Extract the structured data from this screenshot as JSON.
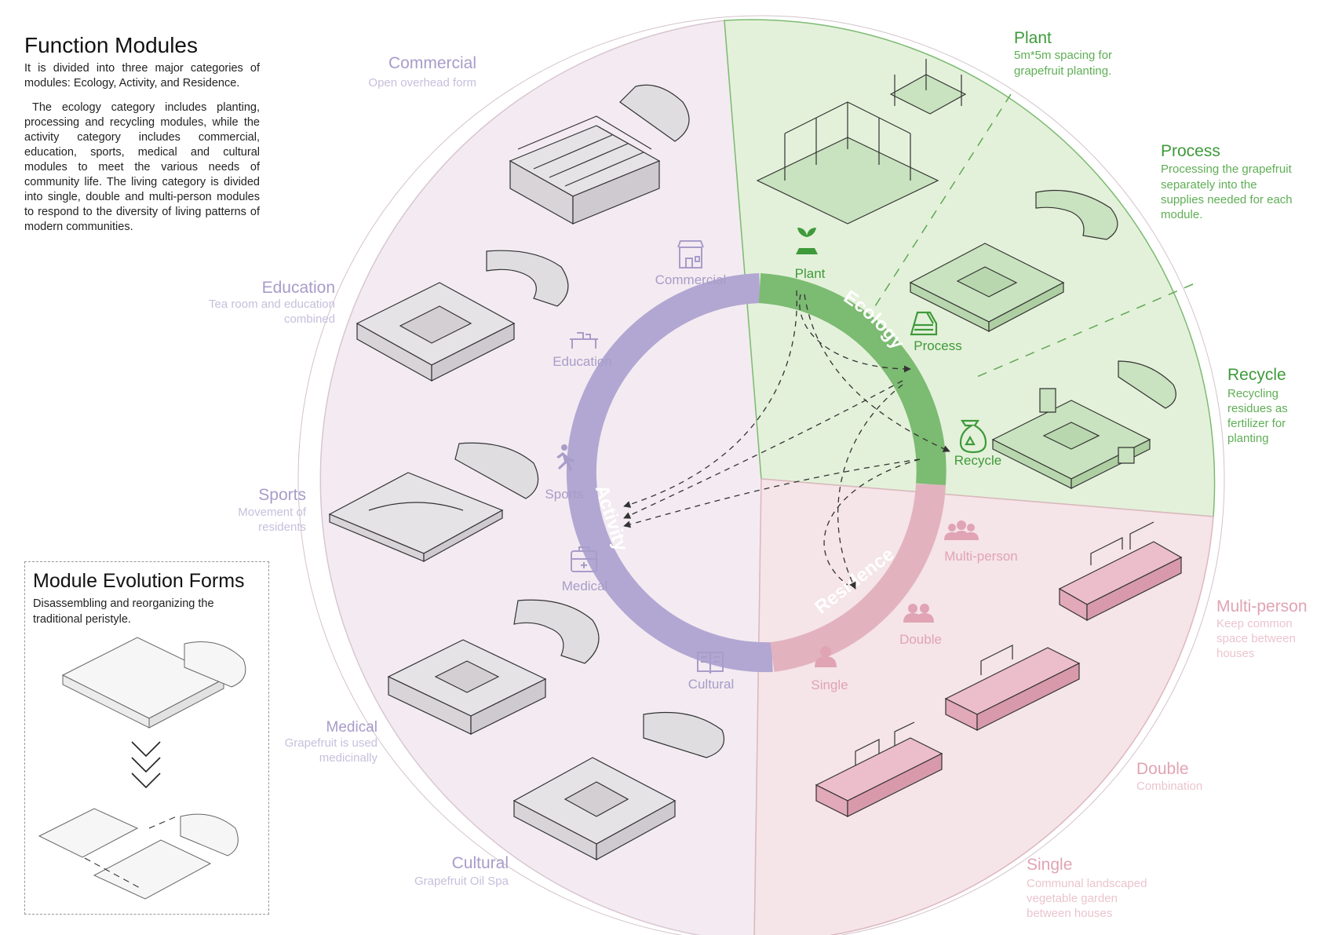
{
  "intro": {
    "title": "Function Modules",
    "para1": "It is divided into three major categories of modules: Ecology, Activity, and Residence.",
    "para2": "The ecology category includes planting, processing and recycling modules, while the activity category includes commercial, education, sports, medical and cultural modules to meet the various needs of community life. The living category is divided into single, double and multi-person modules to respond to the diversity of living patterns of modern communities."
  },
  "evolution": {
    "title": "Module Evolution Forms",
    "desc": "Disassembling and reorganizing the traditional peristyle."
  },
  "ring": {
    "ecology": "Ecology",
    "activity": "Activity",
    "residence": "Residence"
  },
  "icons": {
    "commercial": "Commercial",
    "education": "Education",
    "sports": "Sports",
    "medical": "Medical",
    "cultural": "Cultural",
    "plant": "Plant",
    "process": "Process",
    "recycle": "Recycle",
    "multi": "Multi-person",
    "double": "Double",
    "single": "Single"
  },
  "outer": {
    "commercial": {
      "title": "Commercial",
      "d1": "Open overhead form"
    },
    "education": {
      "title": "Education",
      "d1": "Tea room and education",
      "d2": "combined"
    },
    "sports": {
      "title": "Sports",
      "d1": "Movement of",
      "d2": "residents"
    },
    "medical": {
      "title": "Medical",
      "d1": "Grapefruit is used",
      "d2": "medicinally"
    },
    "cultural": {
      "title": "Cultural",
      "d1": "Grapefruit Oil Spa"
    },
    "plant": {
      "title": "Plant",
      "d1": "5m*5m spacing for",
      "d2": "grapefruit planting."
    },
    "process": {
      "title": "Process",
      "d1": "Processing the grapefruit",
      "d2": "separately into the",
      "d3": "supplies needed for each",
      "d4": "module."
    },
    "recycle": {
      "title": "Recycle",
      "d1": "Recycling",
      "d2": "residues as",
      "d3": "fertilizer for",
      "d4": "planting"
    },
    "multi": {
      "title": "Multi-person",
      "d1": "Keep common",
      "d2": "space between",
      "d3": "houses"
    },
    "double": {
      "title": "Double",
      "d1": "Combination"
    },
    "single": {
      "title": "Single",
      "d1": "Communal landscaped",
      "d2": "vegetable garden",
      "d3": "between houses"
    }
  },
  "colors": {
    "activity_ring": "#b2a7d2",
    "activity_sector": "#f3ebf1",
    "activity_text": "#a89cc9",
    "ecology_ring": "#7cbb72",
    "ecology_sector": "#e4f1da",
    "ecology_text": "#3e9a3a",
    "residence_ring": "#e2b3bf",
    "residence_sector": "#f5e4e8",
    "residence_text": "#e0a4b4",
    "model_gray": "#e6e3e6",
    "model_green": "#c9e2bf",
    "model_pink": "#ecbdca"
  }
}
